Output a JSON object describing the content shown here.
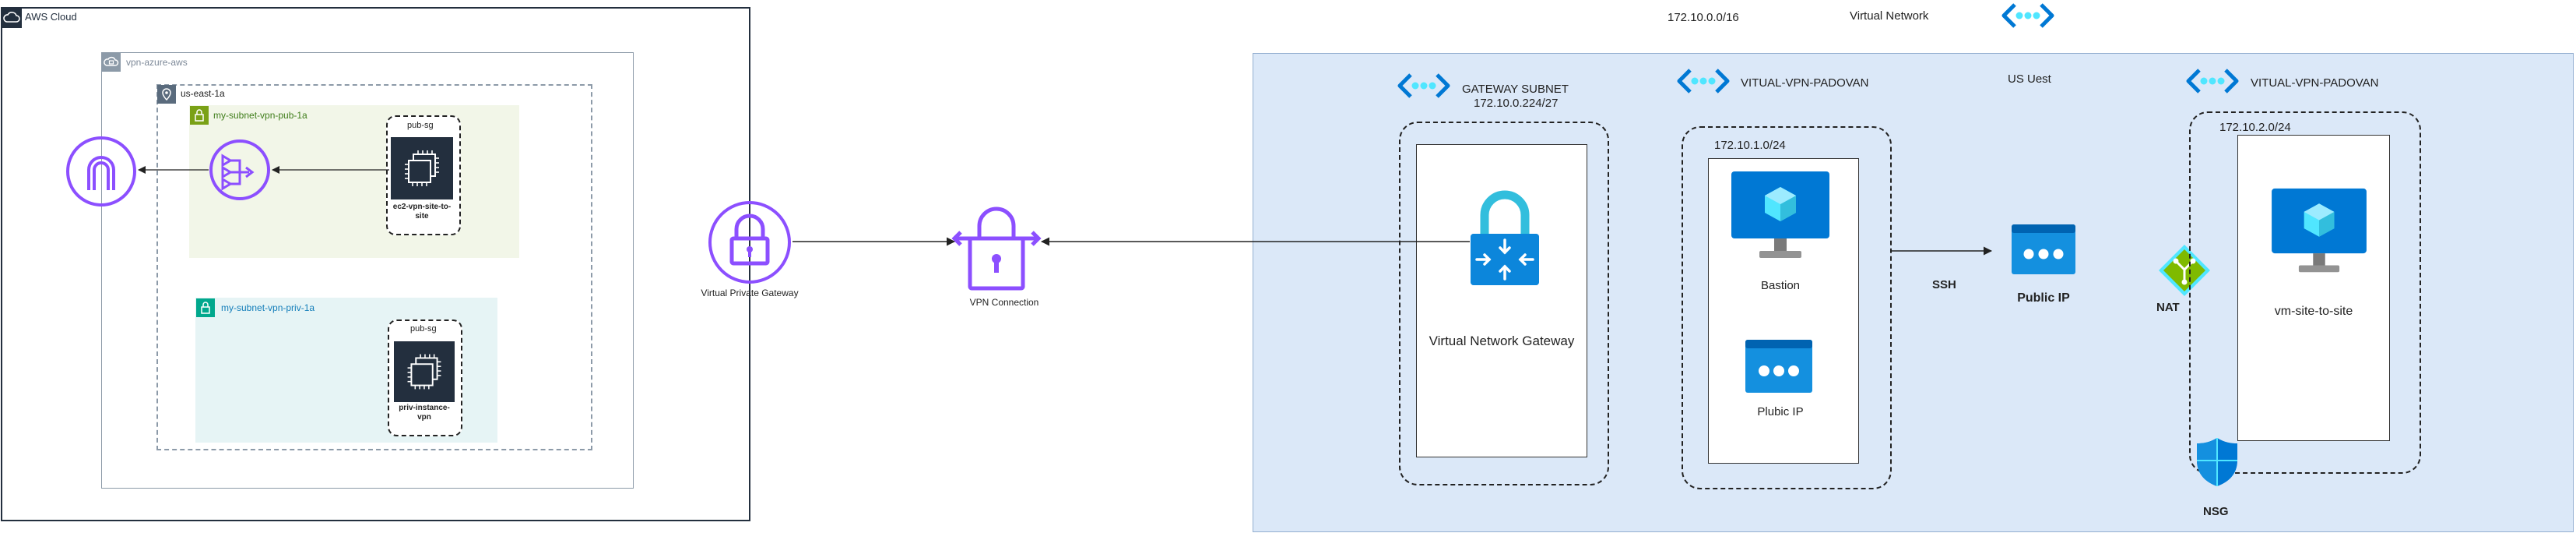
{
  "aws": {
    "cloud_label": "AWS Cloud",
    "vpc_label": "vpn-azure-aws",
    "az_label": "us-east-1a",
    "subnet_pub_label": "my-subnet-vpn-pub-1a",
    "subnet_priv_label": "my-subnet-vpn-priv-1a",
    "sg_pub_label": "pub-sg",
    "sg_priv_label": "pub-sg",
    "ec2_pub_name": [
      "ec2-vpn-site-to-",
      "site"
    ],
    "ec2_priv_name": [
      "priv-instance-",
      "vpn"
    ],
    "vpg_label": "Virtual Private Gateway",
    "vpn_connection_label": "VPN Connection"
  },
  "azure": {
    "vnet_cidr": "172.10.0.0/16",
    "vnet_label": "Virtual Network",
    "region_label": "US Uest",
    "gateway_subnet_title": "GATEWAY SUBNET",
    "gateway_subnet_cidr": "172.10.0.224/27",
    "vnet_gateway_label": "Virtual Network Gateway",
    "subnet1_title": "VITUAL-VPN-PADOVAN",
    "subnet1_cidr": "172.10.1.0/24",
    "bastion_label": "Bastion",
    "plubic_ip_label": "Plubic IP",
    "ssh_label": "SSH",
    "public_ip_label": "Public IP",
    "nat_label": "NAT",
    "subnet2_title": "VITUAL-VPN-PADOVAN",
    "subnet2_cidr": "172.10.2.0/24",
    "vm_label": "vm-site-to-site",
    "nsg_label": "NSG"
  },
  "colors": {
    "aws_purple": "#8c4fff",
    "aws_dark": "#232f3e",
    "aws_green": "#7aa116",
    "aws_teal": "#01a88d",
    "azure_blue": "#0078d4",
    "azure_light": "#50e6ff",
    "azure_nat": "#7fba00"
  }
}
